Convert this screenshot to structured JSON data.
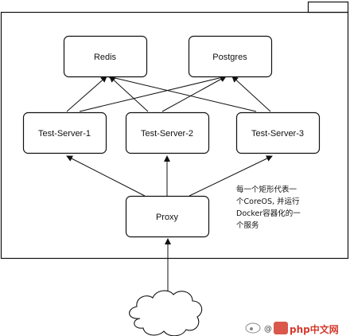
{
  "diagram": {
    "nodes": {
      "redis": "Redis",
      "postgres": "Postgres",
      "server1": "Test-Server-1",
      "server2": "Test-Server-2",
      "server3": "Test-Server-3",
      "proxy": "Proxy"
    },
    "note": [
      "每一个矩形代表一",
      "个CoreOS, 并运行",
      "Docker容器化的一",
      "个服务"
    ],
    "watermark": {
      "handle": "@",
      "brand": "php中文网"
    }
  }
}
